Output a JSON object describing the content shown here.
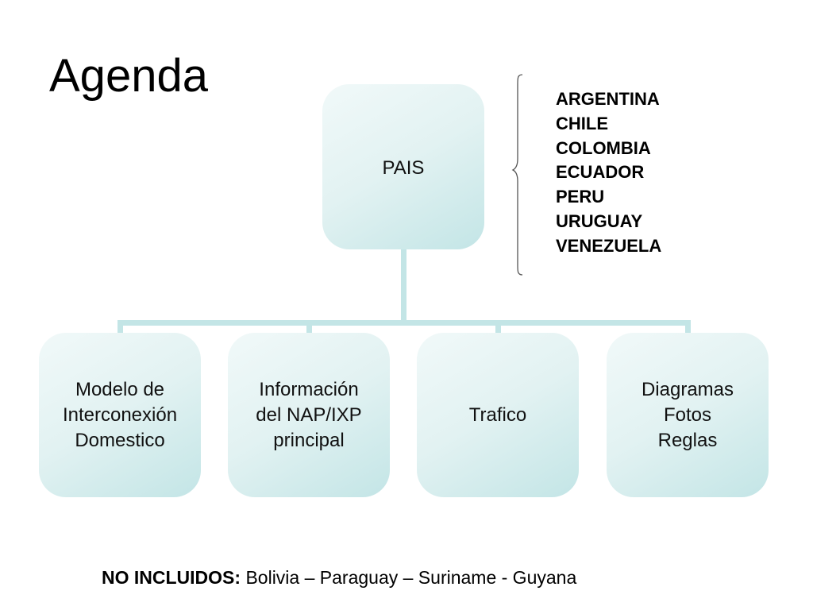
{
  "title": "Agenda",
  "root": {
    "label": "PAIS"
  },
  "children": [
    {
      "lines": [
        "Modelo de",
        "Interconexión",
        "Domestico"
      ]
    },
    {
      "lines": [
        "Información",
        "del NAP/IXP",
        "principal"
      ]
    },
    {
      "lines": [
        "Trafico"
      ]
    },
    {
      "lines": [
        "Diagramas",
        "Fotos",
        "Reglas"
      ]
    }
  ],
  "countries": [
    "ARGENTINA",
    "CHILE",
    "COLOMBIA",
    "ECUADOR",
    "PERU",
    "URUGUAY",
    "VENEZUELA"
  ],
  "footer": {
    "label": "NO INCLUIDOS:",
    "text": "Bolivia – Paraguay – Suriname - Guyana"
  },
  "colors": {
    "node_fill_light": "#f1f9f9",
    "node_fill_dark": "#c3e5e6",
    "connector": "#c3e5e6"
  }
}
